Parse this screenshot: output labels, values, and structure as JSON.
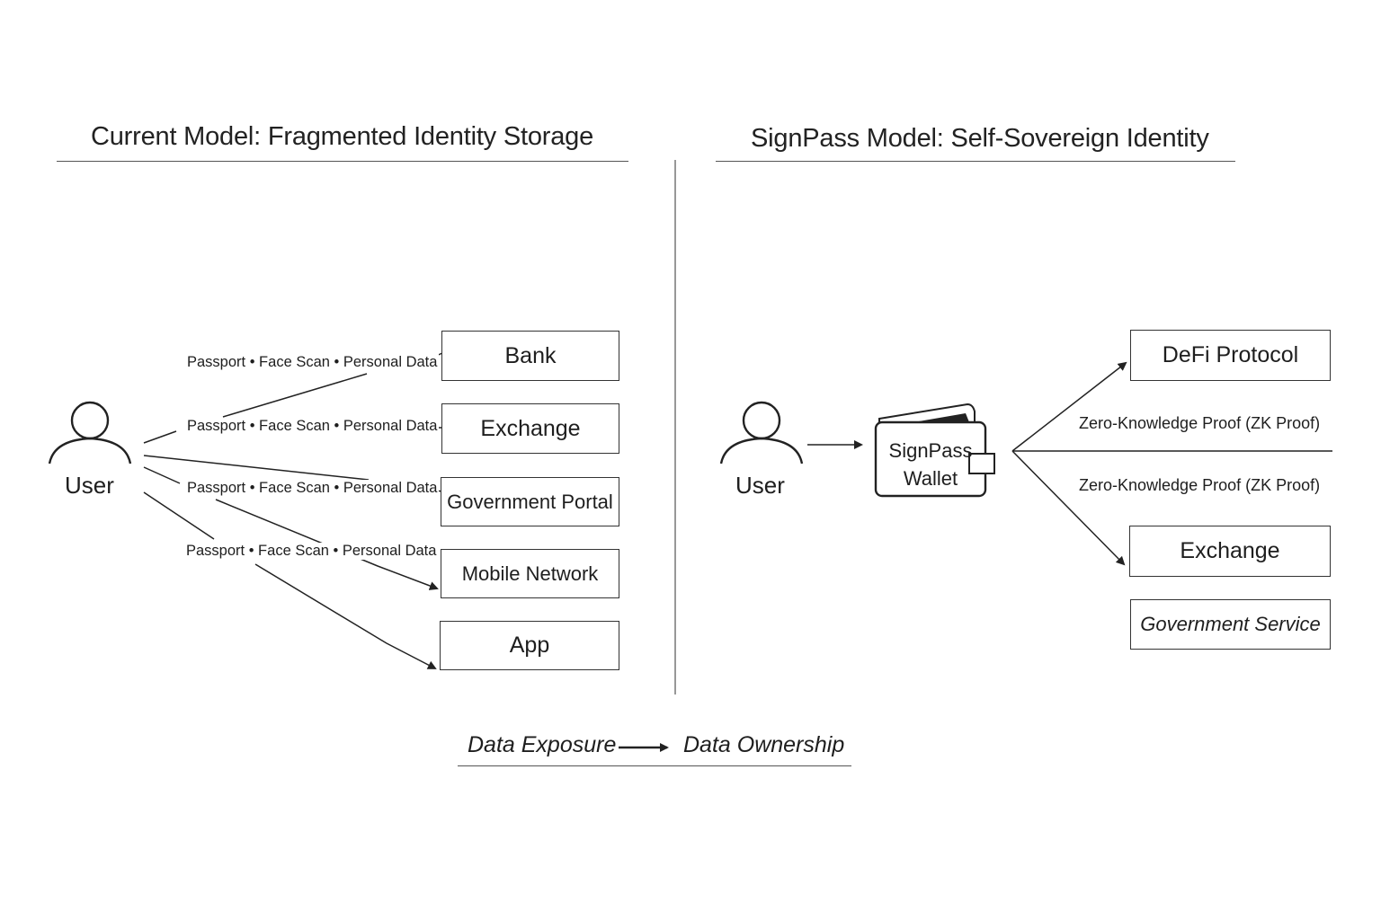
{
  "left_panel": {
    "title": "Current Model: Fragmented Identity Storage",
    "user_label": "User",
    "data_label": "Passport • Face Scan • Personal Data",
    "destinations": [
      "Bank",
      "Exchange",
      "Government Portal",
      "Mobile Network",
      "App"
    ]
  },
  "right_panel": {
    "title": "SignPass Model: Self-Sovereign Identity",
    "user_label": "User",
    "wallet_line1": "SignPass",
    "wallet_line2": "Wallet",
    "proof_label": "Zero-Knowledge Proof (ZK Proof)",
    "destinations": [
      "DeFi Protocol",
      "Exchange",
      "Government Service"
    ]
  },
  "footer": {
    "from": "Data Exposure",
    "to": "Data Ownership"
  }
}
